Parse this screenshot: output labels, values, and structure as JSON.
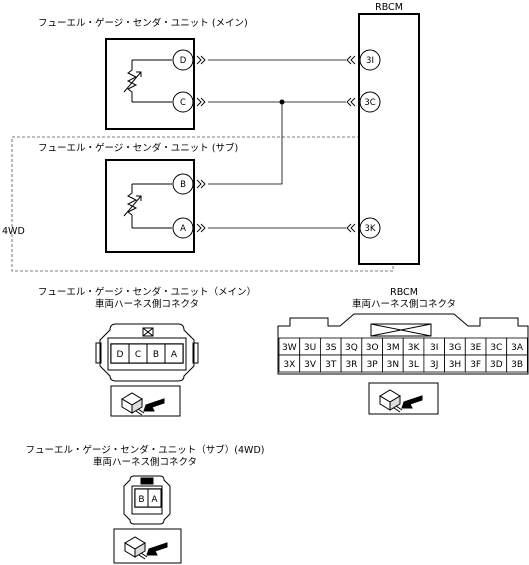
{
  "main_unit": {
    "title": "フューエル・ゲージ・センダ・ユニット (メイン)",
    "pins": [
      "D",
      "C"
    ]
  },
  "sub_unit": {
    "title": "フューエル・ゲージ・センダ・ユニット (サブ)",
    "pins": [
      "B",
      "A"
    ]
  },
  "rbcm": {
    "title": "RBCM",
    "pins": [
      "3I",
      "3C",
      "3K"
    ]
  },
  "wd4_label": "4WD",
  "main_connector": {
    "title_line1": "フューエル・ゲージ・センダ・ユニット（メイン）",
    "title_line2": "車両ハーネス側コネクタ",
    "pins": [
      "D",
      "C",
      "B",
      "A"
    ]
  },
  "rbcm_connector": {
    "title_line1": "RBCM",
    "title_line2": "車両ハーネス側コネクタ",
    "row1": [
      "3W",
      "3U",
      "3S",
      "3Q",
      "3O",
      "3M",
      "3K",
      "3I",
      "3G",
      "3E",
      "3C",
      "3A"
    ],
    "row2": [
      "3X",
      "3V",
      "3T",
      "3R",
      "3P",
      "3N",
      "3L",
      "3J",
      "3H",
      "3F",
      "3D",
      "3B"
    ]
  },
  "sub_connector": {
    "title_line1": "フューエル・ゲージ・センダ・ユニット（サブ）(4WD)",
    "title_line2": "車両ハーネス側コネクタ",
    "pins": [
      "B",
      "A"
    ]
  }
}
